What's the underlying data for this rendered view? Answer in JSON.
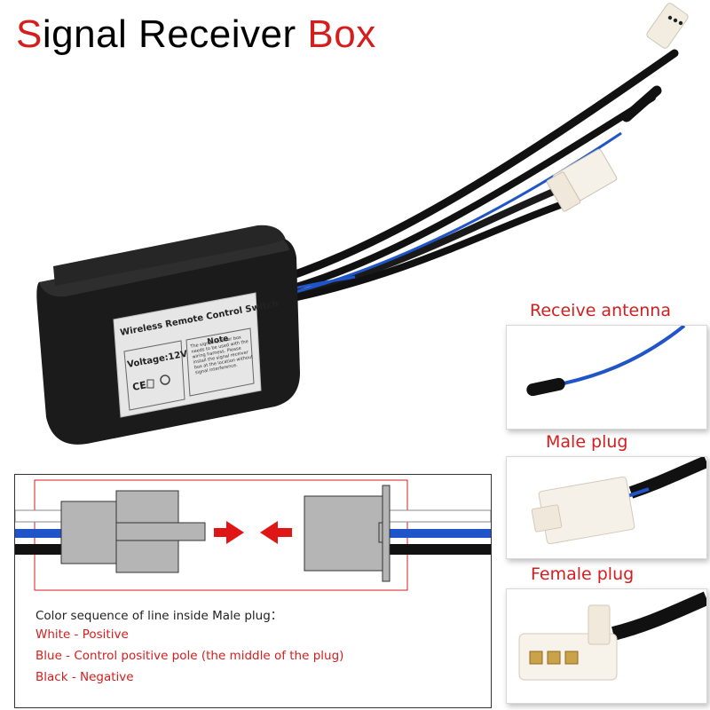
{
  "title": {
    "letter_s": "S",
    "word_ignal_receiver": "ignal Receiver ",
    "word_box": "Box"
  },
  "product_label": {
    "heading": "Wireless Remote Control Switch",
    "voltage": "Voltage:12V",
    "note_title": "Note",
    "note_body": "The signal receiver box needs to be used with the wiring harness. Please install the signal receiver box at the location without signal interference.",
    "cert_ce": "CE"
  },
  "callouts": {
    "receive_antenna": "Receive antenna",
    "male_plug": "Male plug",
    "female_plug": "Female plug"
  },
  "legend": {
    "heading": "Color sequence of line inside Male plug：",
    "items": [
      "White - Positive",
      "Blue - Control positive pole (the middle of the plug)",
      "Black - Negative"
    ]
  },
  "colors": {
    "accent_red": "#d61d1d",
    "wire_blue": "#1f55c8",
    "box_black": "#1b1b1b"
  }
}
